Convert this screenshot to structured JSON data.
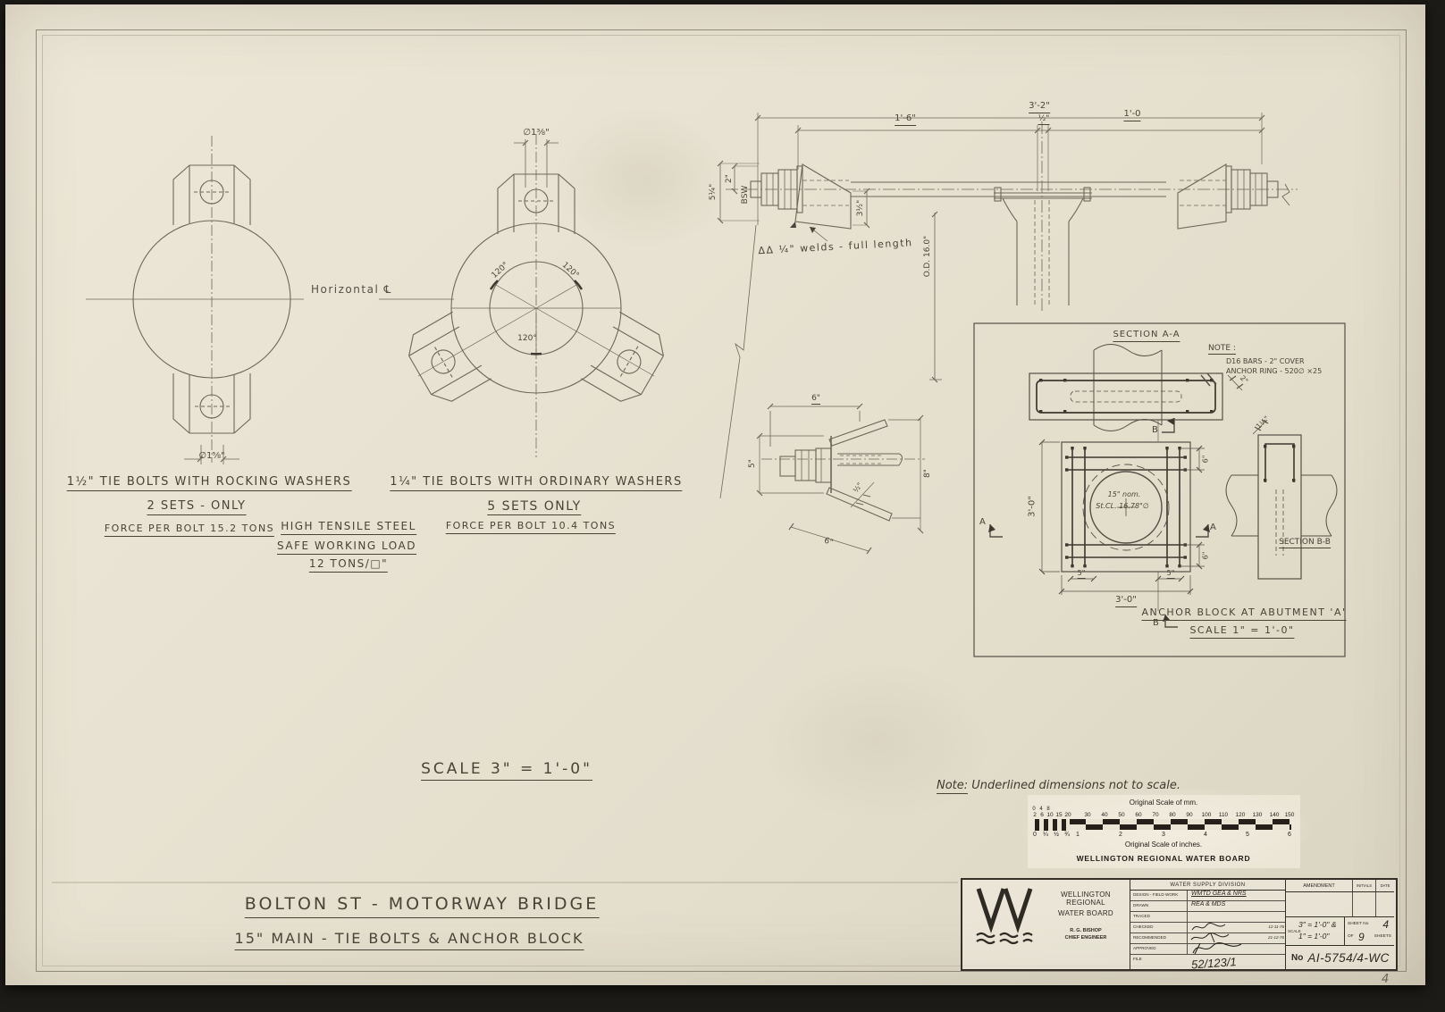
{
  "photo": {
    "corner_page_number": "4"
  },
  "drawing": {
    "rocking_view": {
      "bolt_hole_dia": "∅1⅝\"",
      "centerline_label": "Horizontal ℄",
      "caption1": "1½\" TIE BOLTS WITH ROCKING WASHERS",
      "caption2": "2 SETS - ONLY",
      "caption3": "FORCE PER BOLT 15.2 TONS"
    },
    "ordinary_view": {
      "bolt_hole_dia": "∅1⅜\"",
      "angle_left": "120°",
      "angle_right": "120°",
      "angle_bottom": "120°",
      "caption1": "1¼\" TIE BOLTS WITH ORDINARY WASHERS",
      "caption2": "5 SETS ONLY",
      "caption3": "FORCE PER BOLT 10.4 TONS"
    },
    "material_note": {
      "line1": "HIGH TENSILE STEEL",
      "line2": "SAFE WORKING LOAD",
      "line3": "12 TONS/□\""
    },
    "main_scale": "SCALE 3\" = 1'-0\"",
    "assembly": {
      "overall": "3'-2\"",
      "left_span": "1'-6\"",
      "mid_gap": "½\"",
      "right_span": "1'-0",
      "nut_height": "2\"",
      "bolt_dia": "5¼\"",
      "thread": "BSW",
      "wedge_height": "3½\"",
      "pipe_od": "O.D. 16.0\"",
      "weld_note": "ΔΔ ¼\" welds - full length"
    },
    "washer_detail": {
      "top": "6\"",
      "left": "5\"",
      "right": "8\"",
      "bottom": "6\"",
      "thickness": "½\""
    },
    "anchor_block": {
      "section_aa": "SECTION A-A",
      "section_bb": "SECTION B-B",
      "note_title": "NOTE :",
      "note1": "D16 BARS - 2\" COVER",
      "note2": "ANCHOR RING - 520∅ ×25",
      "ring_cover": "2\"",
      "side": "3'-0\"",
      "width": "3'-0\"",
      "inset_left": "5\"",
      "inset_right": "5\"",
      "edge_top": "6\"",
      "edge_bottom": "6\"",
      "bb_dim": "1½\"",
      "pipe1": "15\" nom.",
      "pipe2": "St.CL. 16.78\"∅",
      "marker_a_left": "A",
      "marker_a_right": "A",
      "marker_b_top": "B",
      "marker_b_bottom": "B",
      "caption": "ANCHOR BLOCK AT ABUTMENT 'A'",
      "caption_scale": "SCALE 1\" = 1'-0\""
    },
    "footnote": {
      "prefix": "Note:",
      "text": " Underlined dimensions not to scale."
    }
  },
  "scalebar": {
    "title_mm": "Original Scale of mm.",
    "mm_top": [
      "0",
      "4",
      "8"
    ],
    "mm": [
      "2",
      "6",
      "10",
      "15",
      "20",
      "30",
      "40",
      "50",
      "60",
      "70",
      "80",
      "90",
      "100",
      "110",
      "120",
      "130",
      "140",
      "150"
    ],
    "title_in": "Original Scale of inches.",
    "inches": [
      "0",
      "¼",
      "½",
      "¾",
      "1",
      "2",
      "3",
      "4",
      "5",
      "6"
    ],
    "board": "WELLINGTON REGIONAL WATER BOARD"
  },
  "titleblock": {
    "org1": "WELLINGTON REGIONAL",
    "org2": "WATER BOARD",
    "engineer": "R. G. BISHOP",
    "engineer_title": "CHIEF ENGINEER",
    "division": "WATER SUPPLY DIVISION",
    "row_design_label": "DESIGN - FIELD WORK",
    "row_design_value": "WMTD GEA & NRS",
    "row_drawn_label": "DRAWN",
    "row_drawn_value": "REA & MDS",
    "row_traced_label": "TRACED",
    "row_checked_label": "CHECKED",
    "row_checked_date": "12-11-76",
    "row_recommended_label": "RECOMMENDED",
    "row_recommended_date": "21-12-76",
    "row_approved_label": "APPROVED",
    "row_file_label": "FILE",
    "file_number": "52/123/1",
    "amendment": "AMENDMENT",
    "initials": "INITIALS",
    "date": "DATE",
    "scale_label": "SCALE",
    "scale1": "3\" = 1'-0\" &",
    "scale2": "1\" = 1'-0\"",
    "sheet_label": "SHEET No",
    "sheet_no": "4",
    "of": "OF",
    "total": "9",
    "sheets": "SHEETS",
    "no_label": "No",
    "drawing_no": "AI-5754/4-WC"
  },
  "titles": {
    "line1": "BOLTON ST - MOTORWAY BRIDGE",
    "line2": "15\" MAIN - TIE BOLTS & ANCHOR BLOCK"
  }
}
